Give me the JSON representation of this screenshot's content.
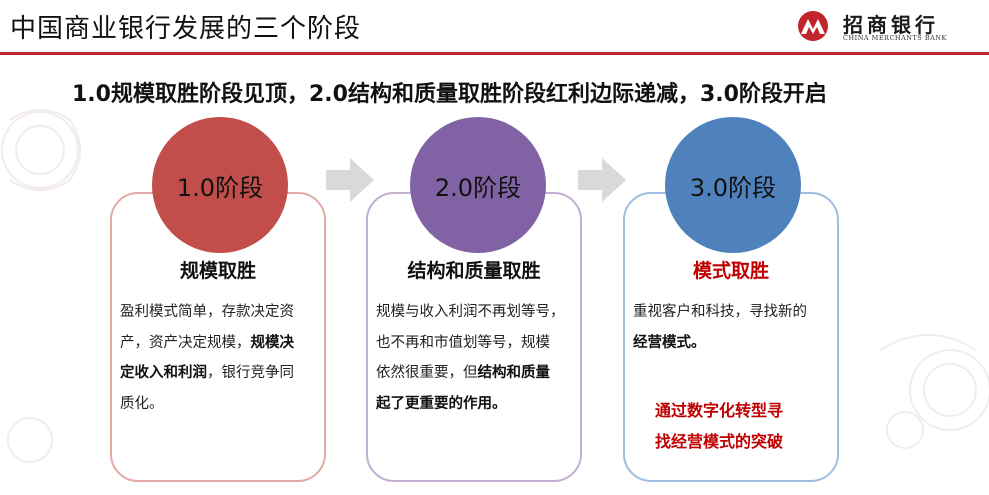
{
  "header": {
    "title": "中国商业银行发展的三个阶段",
    "logo_cn": "招商银行",
    "logo_en": "CHINA MERCHANTS BANK",
    "accent_color": "#c0252b"
  },
  "subtitle": "1.0规模取胜阶段见顶，2.0结构和质量取胜阶段红利边际递减，3.0阶段开启",
  "stages": [
    {
      "label": "1.0阶段",
      "title": "规模取胜",
      "circle_color": "#c24e4b",
      "border_color": "#e2a9a5",
      "body": {
        "line1": "盈利模式简单，存款决定资",
        "line2a": "产，资产决定规模，",
        "line2b": "规模决",
        "line3a": "定收入和利润",
        "line3b": "，银行竞争同",
        "line4": "质化。"
      }
    },
    {
      "label": "2.0阶段",
      "title": "结构和质量取胜",
      "circle_color": "#8163a5",
      "border_color": "#c2aed2",
      "body": {
        "line1": "规模与收入利润不再划等号，",
        "line2": "也不再和市值划等号，规模",
        "line3a": "依然很重要，但",
        "line3b": "结构和质量",
        "line4": "起了更重要的作用。"
      }
    },
    {
      "label": "3.0阶段",
      "title": "模式取胜",
      "circle_color": "#4f81bd",
      "border_color": "#9fbde0",
      "body": {
        "line1": "重视客户和科技，寻找新的",
        "line2": "经营模式。",
        "highlight1": "通过数字化转型寻",
        "highlight2": "找经营模式的突破"
      }
    }
  ]
}
